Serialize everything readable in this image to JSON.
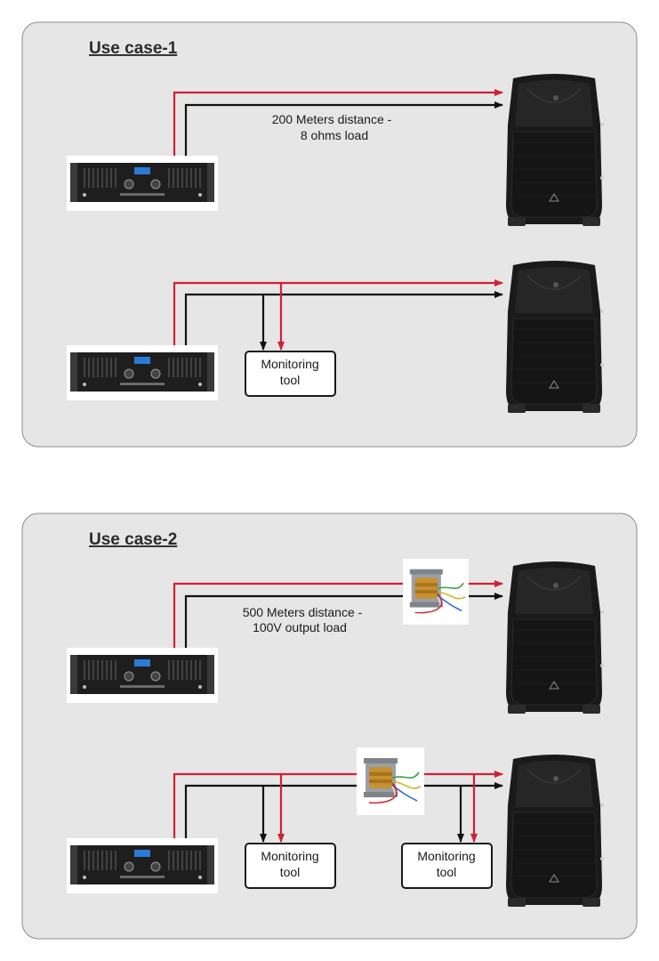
{
  "use_case_1": {
    "title": "Use case-1",
    "distance_label_line1": "200 Meters distance -",
    "distance_label_line2": "8 ohms load",
    "monitoring_tool": {
      "line1": "Monitoring",
      "line2": "tool"
    }
  },
  "use_case_2": {
    "title": "Use case-2",
    "distance_label_line1": "500 Meters distance -",
    "distance_label_line2": "100V output load",
    "monitoring_tool_left": {
      "line1": "Monitoring",
      "line2": "tool"
    },
    "monitoring_tool_right": {
      "line1": "Monitoring",
      "line2": "tool"
    }
  },
  "colors": {
    "positive_wire": "#d11f35",
    "negative_wire": "#111111",
    "panel_fill": "#e6e6e6",
    "amplifier_body": "#1e1e1e",
    "speaker_body": "#1a1a1a",
    "transformer_coil": "#c8902e"
  },
  "icons": {
    "amplifier": "power-amplifier-icon",
    "speaker": "pa-speaker-icon",
    "transformer": "line-transformer-icon"
  }
}
